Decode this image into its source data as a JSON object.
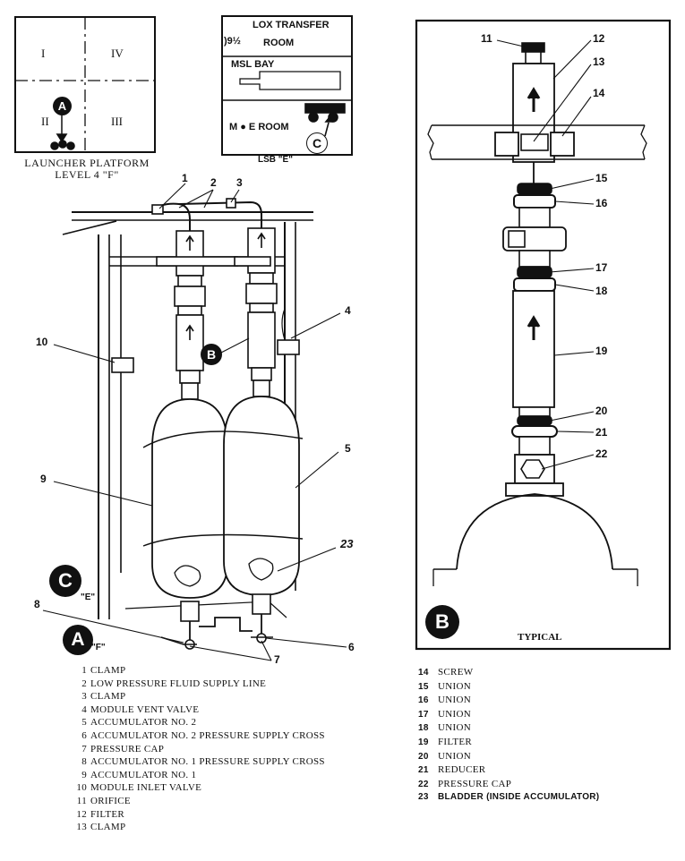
{
  "platform": {
    "quadrants": [
      "I",
      "IV",
      "II",
      "III"
    ],
    "marker": "A",
    "caption_line1": "LAUNCHER PLATFORM",
    "caption_line2": "LEVEL 4 \"F\""
  },
  "room_map": {
    "row1": "LOX TRANSFER",
    "row1_sub": "ROOM",
    "row1_side": ")9½",
    "row2": "MSL BAY",
    "row3": "M ● E ROOM",
    "marker": "C",
    "caption": "LSB \"E\""
  },
  "main_view": {
    "callouts": [
      "1",
      "2",
      "3",
      "4",
      "5",
      "6",
      "7",
      "8",
      "9",
      "10",
      "23"
    ],
    "marker_b": "B",
    "marker_c": "C",
    "marker_a": "A",
    "note_c": "\"E\"",
    "note_a": "\"F\""
  },
  "detail_view": {
    "callouts": [
      "11",
      "12",
      "13",
      "14",
      "15",
      "16",
      "17",
      "18",
      "19",
      "20",
      "21",
      "22"
    ],
    "marker": "B",
    "caption": "TYPICAL"
  },
  "legend_left": [
    {
      "num": "1",
      "text": "CLAMP"
    },
    {
      "num": "2",
      "text": "LOW PRESSURE FLUID SUPPLY LINE"
    },
    {
      "num": "3",
      "text": "CLAMP"
    },
    {
      "num": "4",
      "text": "MODULE VENT VALVE"
    },
    {
      "num": "5",
      "text": "ACCUMULATOR NO. 2"
    },
    {
      "num": "6",
      "text": "ACCUMULATOR NO. 2 PRESSURE SUPPLY CROSS"
    },
    {
      "num": "7",
      "text": "PRESSURE CAP"
    },
    {
      "num": "8",
      "text": "ACCUMULATOR NO. 1 PRESSURE SUPPLY CROSS"
    },
    {
      "num": "9",
      "text": "ACCUMULATOR NO. 1"
    },
    {
      "num": "10",
      "text": "MODULE INLET VALVE"
    },
    {
      "num": "11",
      "text": "ORIFICE"
    },
    {
      "num": "12",
      "text": "FILTER"
    },
    {
      "num": "13",
      "text": "CLAMP"
    }
  ],
  "legend_right": [
    {
      "num": "14",
      "text": "SCREW"
    },
    {
      "num": "15",
      "text": "UNION"
    },
    {
      "num": "16",
      "text": "UNION"
    },
    {
      "num": "17",
      "text": "UNION"
    },
    {
      "num": "18",
      "text": "UNION"
    },
    {
      "num": "19",
      "text": "FILTER"
    },
    {
      "num": "20",
      "text": "UNION"
    },
    {
      "num": "21",
      "text": "REDUCER"
    },
    {
      "num": "22",
      "text": "PRESSURE CAP"
    },
    {
      "num": "23",
      "text": "BLADDER (INSIDE ACCUMULATOR)"
    }
  ]
}
